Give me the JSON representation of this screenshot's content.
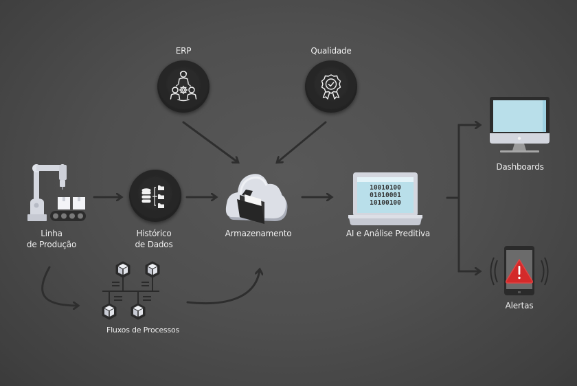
{
  "diagram": {
    "type": "flow",
    "language": "pt",
    "theme": {
      "background": "#4f4f4f",
      "arrow": "#2e2e2e",
      "circle": "#2a2a2a",
      "icon_line": "#f2f2f2",
      "device_light": "#d3d6de",
      "screen_blue": "#b9dfea",
      "alert_red": "#d32a2a"
    },
    "nodes": {
      "erp": {
        "label": "ERP",
        "icon": "team-gear-icon"
      },
      "qualidade": {
        "label": "Qualidade",
        "icon": "quality-badge-icon"
      },
      "linha": {
        "label_line1": "Linha",
        "label_line2": "de Produção",
        "icon": "robot-arm-conveyor-icon"
      },
      "historico": {
        "label_line1": "Histórico",
        "label_line2": "de Dados",
        "icon": "database-hierarchy-icon"
      },
      "armazenamento": {
        "label": "Armazenamento",
        "icon": "cloud-folder-icon"
      },
      "ai": {
        "label": "AI e Análise Preditiva",
        "icon": "laptop-binary-icon",
        "binary": [
          "10010100",
          "01010001",
          "10100100"
        ]
      },
      "dashboards": {
        "label": "Dashboards",
        "icon": "desktop-monitor-icon"
      },
      "alertas": {
        "label": "Alertas",
        "icon": "phone-alert-icon"
      },
      "fluxos": {
        "label": "Fluxos de Processos",
        "icon": "process-network-icon"
      }
    },
    "edges": [
      {
        "from": "erp",
        "to": "armazenamento"
      },
      {
        "from": "qualidade",
        "to": "armazenamento"
      },
      {
        "from": "linha",
        "to": "historico"
      },
      {
        "from": "historico",
        "to": "armazenamento"
      },
      {
        "from": "armazenamento",
        "to": "ai"
      },
      {
        "from": "ai",
        "to": "dashboards"
      },
      {
        "from": "ai",
        "to": "alertas"
      },
      {
        "from": "linha",
        "to": "fluxos"
      },
      {
        "from": "fluxos",
        "to": "armazenamento"
      }
    ]
  }
}
